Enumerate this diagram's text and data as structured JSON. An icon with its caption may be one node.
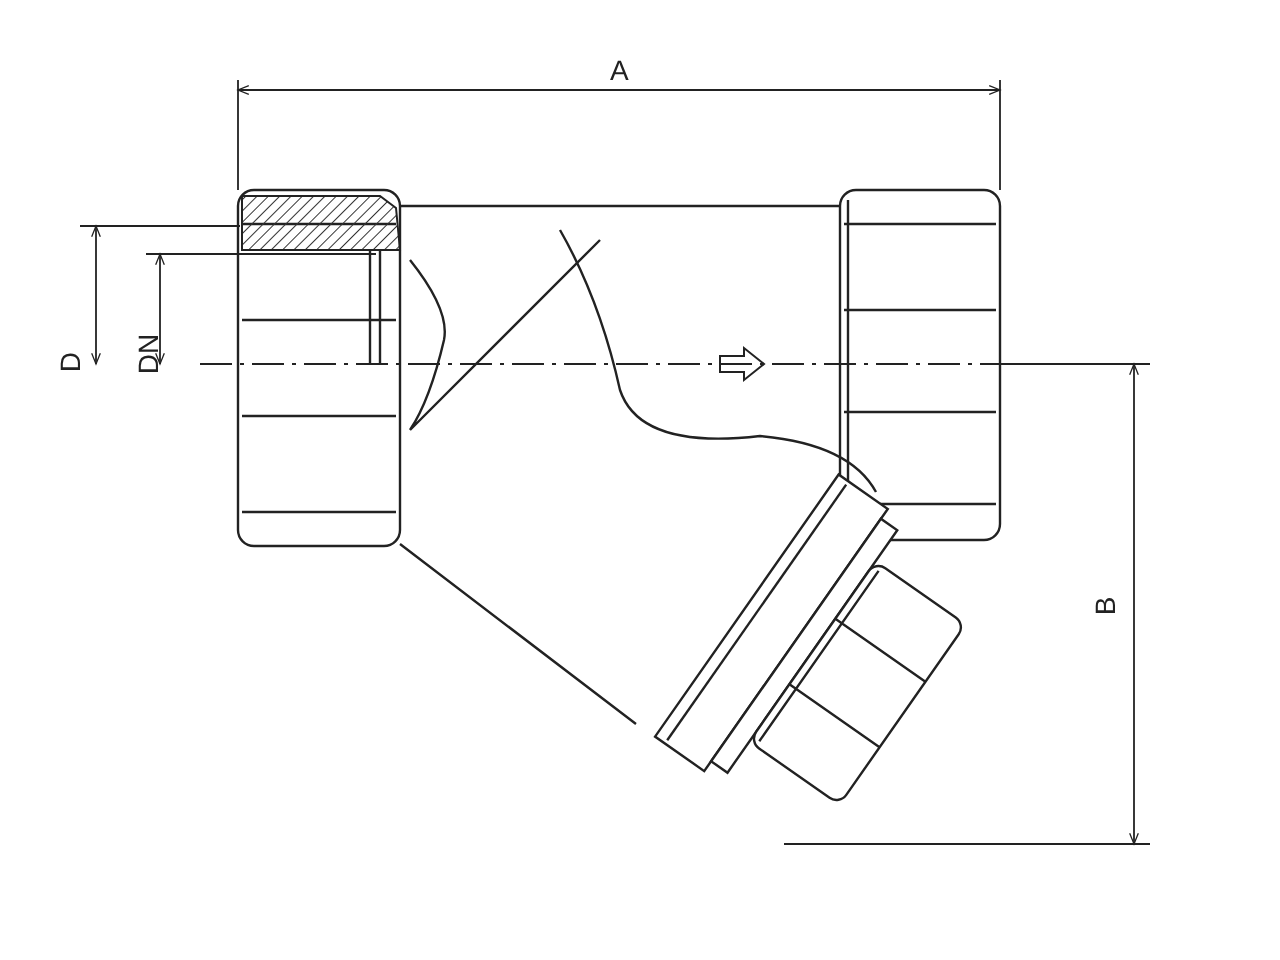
{
  "diagram": {
    "labels": [
      "A",
      "D",
      "DN",
      "B"
    ]
  }
}
